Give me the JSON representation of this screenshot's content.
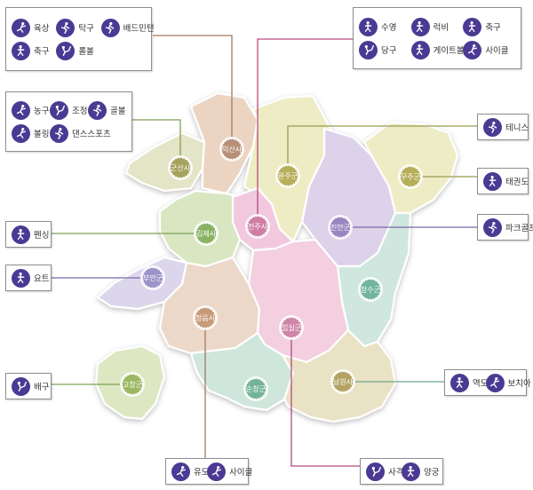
{
  "colors": {
    "icon_bg": "#4b3a93",
    "leader_line": "#b54a7e"
  },
  "regions": [
    {
      "id": "gunsan",
      "name": "군산시",
      "fill": "#e4e4c6",
      "badge": "#a7a260"
    },
    {
      "id": "iksan",
      "name": "익산시",
      "fill": "#ecd4c3",
      "badge": "#b78f78"
    },
    {
      "id": "wanju",
      "name": "완주군",
      "fill": "#eeecc4",
      "badge": "#b7ae5a"
    },
    {
      "id": "jinan",
      "name": "진안군",
      "fill": "#dcd2ea",
      "badge": "#9986bf"
    },
    {
      "id": "muju",
      "name": "무주군",
      "fill": "#eeecc4",
      "badge": "#b7ae5a"
    },
    {
      "id": "gimje",
      "name": "김제시",
      "fill": "#d8e7c2",
      "badge": "#8ab264"
    },
    {
      "id": "jeonju",
      "name": "전주시",
      "fill": "#f2c8de",
      "badge": "#cf7ea5"
    },
    {
      "id": "jangsu",
      "name": "장수군",
      "fill": "#cfe7de",
      "badge": "#72b49c"
    },
    {
      "id": "buan",
      "name": "부안군",
      "fill": "#dcd6ec",
      "badge": "#9d92c9"
    },
    {
      "id": "jeongeup",
      "name": "정읍시",
      "fill": "#ecd8c9",
      "badge": "#c89a78"
    },
    {
      "id": "imsil",
      "name": "임실군",
      "fill": "#f3cfe0",
      "badge": "#cf85a8"
    },
    {
      "id": "gochang",
      "name": "고창군",
      "fill": "#dde8c2",
      "badge": "#9cb862"
    },
    {
      "id": "sunchang",
      "name": "순창군",
      "fill": "#cfe6dc",
      "badge": "#74b39a"
    },
    {
      "id": "namwon",
      "name": "남원시",
      "fill": "#eae2c4",
      "badge": "#b3a261"
    }
  ],
  "callouts": {
    "iksan": [
      {
        "label": "육상",
        "icon": "runner-icon"
      },
      {
        "label": "탁구",
        "icon": "table-tennis-icon"
      },
      {
        "label": "배드민턴",
        "icon": "badminton-icon"
      },
      {
        "label": "축구",
        "icon": "soccer-icon"
      },
      {
        "label": "롤볼",
        "icon": "rollball-icon"
      }
    ],
    "wanju": [
      {
        "label": "수영",
        "icon": "swimming-icon"
      },
      {
        "label": "럭비",
        "icon": "rugby-icon"
      },
      {
        "label": "축구",
        "icon": "soccer-icon"
      },
      {
        "label": "당구",
        "icon": "billiards-icon"
      },
      {
        "label": "게이트볼",
        "icon": "gateball-icon"
      },
      {
        "label": "사이클",
        "icon": "cycling-icon"
      }
    ],
    "gunsan": [
      {
        "label": "농구",
        "icon": "basketball-icon"
      },
      {
        "label": "조정",
        "icon": "rowing-icon"
      },
      {
        "label": "골볼",
        "icon": "goalball-icon"
      },
      {
        "label": "볼링",
        "icon": "bowling-icon"
      },
      {
        "label": "댄스스포츠",
        "icon": "dancesport-icon"
      }
    ],
    "gimje": [
      {
        "label": "펜싱",
        "icon": "fencing-icon"
      }
    ],
    "buan": [
      {
        "label": "요트",
        "icon": "yacht-icon"
      }
    ],
    "gochang": [
      {
        "label": "배구",
        "icon": "volleyball-icon"
      }
    ],
    "jeongeup": [
      {
        "label": "유도",
        "icon": "judo-icon"
      },
      {
        "label": "사이클",
        "icon": "cycling-icon"
      }
    ],
    "imsil": [
      {
        "label": "사격",
        "icon": "shooting-icon"
      },
      {
        "label": "양궁",
        "icon": "archery-icon"
      }
    ],
    "namwon": [
      {
        "label": "역도",
        "icon": "weightlifting-icon"
      },
      {
        "label": "보치아",
        "icon": "boccia-icon"
      }
    ],
    "jinan": [
      {
        "label": "파크골프",
        "icon": "parkgolf-icon"
      }
    ],
    "muju": [
      {
        "label": "태권도",
        "icon": "taekwondo-icon"
      }
    ],
    "wanju_tennis": [
      {
        "label": "테니스",
        "icon": "tennis-icon"
      }
    ]
  }
}
